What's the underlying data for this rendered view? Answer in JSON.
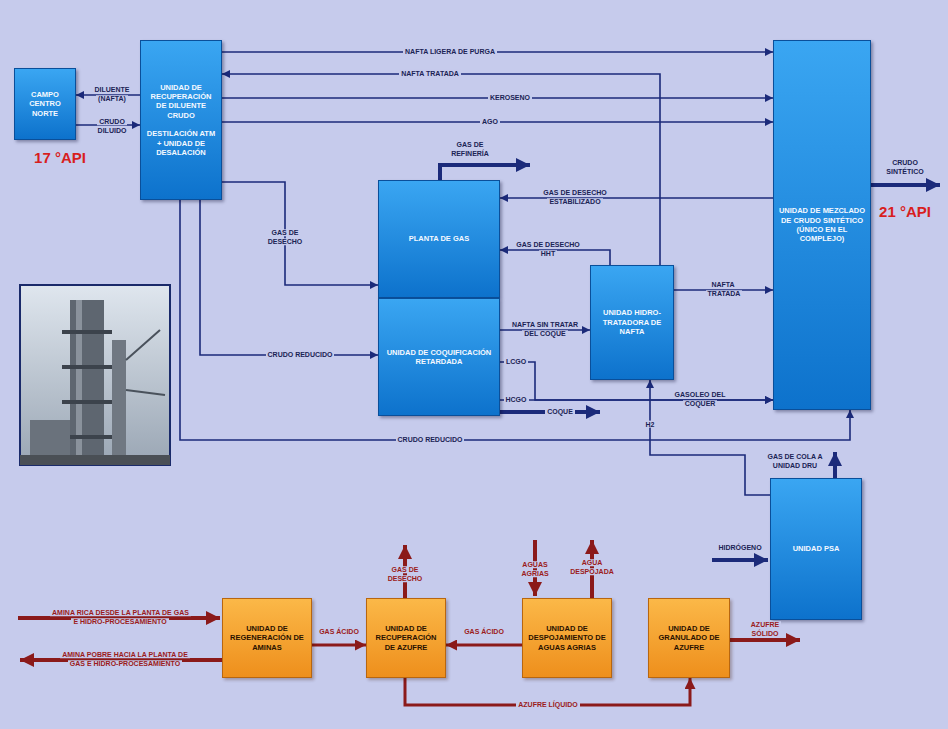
{
  "diagram": {
    "nodes": [
      {
        "text": [
          "CAMPO CENTRO NORTE"
        ]
      },
      {
        "text": [
          "UNIDAD DE RECUPERACIÓN DE DILUENTE CRUDO",
          "DESTILACIÓN ATM + UNIDAD DE DESALACIÓN"
        ]
      },
      {
        "text": [
          "PLANTA DE GAS"
        ]
      },
      {
        "text": [
          "UNIDAD DE COQUIFICACIÓN RETARDADA"
        ]
      },
      {
        "text": [
          "UNIDAD HIDRO-TRATADORA DE NAFTA"
        ]
      },
      {
        "text": [
          "UNIDAD DE MEZCLADO DE CRUDO SINTÉTICO (ÚNICO EN EL COMPLEJO)"
        ]
      },
      {
        "text": [
          "UNIDAD PSA"
        ]
      },
      {
        "text": [
          "UNIDAD DE REGENERACIÓN DE AMINAS"
        ]
      },
      {
        "text": [
          "UNIDAD DE RECUPERACIÓN DE AZUFRE"
        ]
      },
      {
        "text": [
          "UNIDAD DE DESPOJAMIENTO DE AGUAS AGRIAS"
        ]
      },
      {
        "text": [
          "UNIDAD DE GRANULADO DE AZUFRE"
        ]
      }
    ],
    "edges": [
      {
        "from": 1,
        "to": 0,
        "arrow": "to",
        "label": "DILUENTE (NAFTA)"
      },
      {
        "from": 0,
        "to": 1,
        "arrow": "to",
        "label": "CRUDO DILUIDO"
      },
      {
        "from": 1,
        "to": 5,
        "arrow": "to",
        "label": "NAFTA LIGERA DE PURGA"
      },
      {
        "from": 4,
        "to": 1,
        "arrow": "to",
        "label": "NAFTA TRATADA"
      },
      {
        "from": 1,
        "to": 5,
        "arrow": "to",
        "label": "KEROSENO"
      },
      {
        "from": 1,
        "to": 5,
        "arrow": "to",
        "label": "AGO"
      },
      {
        "from": 1,
        "to": 2,
        "arrow": "to",
        "label": "GAS DE DESECHO"
      },
      {
        "from": 1,
        "to": 3,
        "arrow": "to",
        "label": "CRUDO REDUCIDO"
      },
      {
        "from": 1,
        "to": 5,
        "arrow": "to",
        "label": "CRUDO REDUCIDO"
      },
      {
        "from": 5,
        "to": 2,
        "arrow": "to",
        "label": "GAS DE DESECHO ESTABILIZADO"
      },
      {
        "from": 4,
        "to": 2,
        "arrow": "to",
        "label": "GAS DE DESECHO HHT"
      },
      {
        "from": 3,
        "to": 4,
        "arrow": "to",
        "label": "NAFTA SIN TRATAR DEL COQUE"
      },
      {
        "from": 4,
        "to": 5,
        "arrow": "to",
        "label": "NAFTA TRATADA"
      },
      {
        "from": 3,
        "to": 5,
        "arrow": "to",
        "label": "LCGO"
      },
      {
        "from": 3,
        "to": 5,
        "arrow": "to",
        "label": "HCGO"
      },
      {
        "from": 6,
        "to": 4,
        "arrow": "to",
        "label": "H2"
      },
      {
        "from": 7,
        "to": 8,
        "arrow": "to",
        "label": "GAS ÁCIDO"
      },
      {
        "from": 9,
        "to": 8,
        "arrow": "to",
        "label": "GAS ÁCIDO"
      },
      {
        "from": 8,
        "to": 10,
        "arrow": "to",
        "label": "AZUFRE LÍQUIDO"
      }
    ],
    "labels": [
      "GAS DE REFINERÍA",
      "COQUE",
      "GASOLEO DEL COQUER",
      "CRUDO SINTÉTICO",
      "17 °API",
      "21 °API",
      "GAS DE COLA A UNIDAD DRU",
      "HIDRÓGENO",
      "AMINA RICA DESDE LA PLANTA DE GAS E HIDRO-PROCESAMIENTO",
      "AMINA POBRE HACIA LA PLANTA DE GAS E HIDRO-PROCESAMIENTO",
      "GAS DE DESECHO",
      "AGUAS AGRIAS",
      "AGUA DESPOJADA",
      "AZUFRE SÓLIDO"
    ]
  }
}
